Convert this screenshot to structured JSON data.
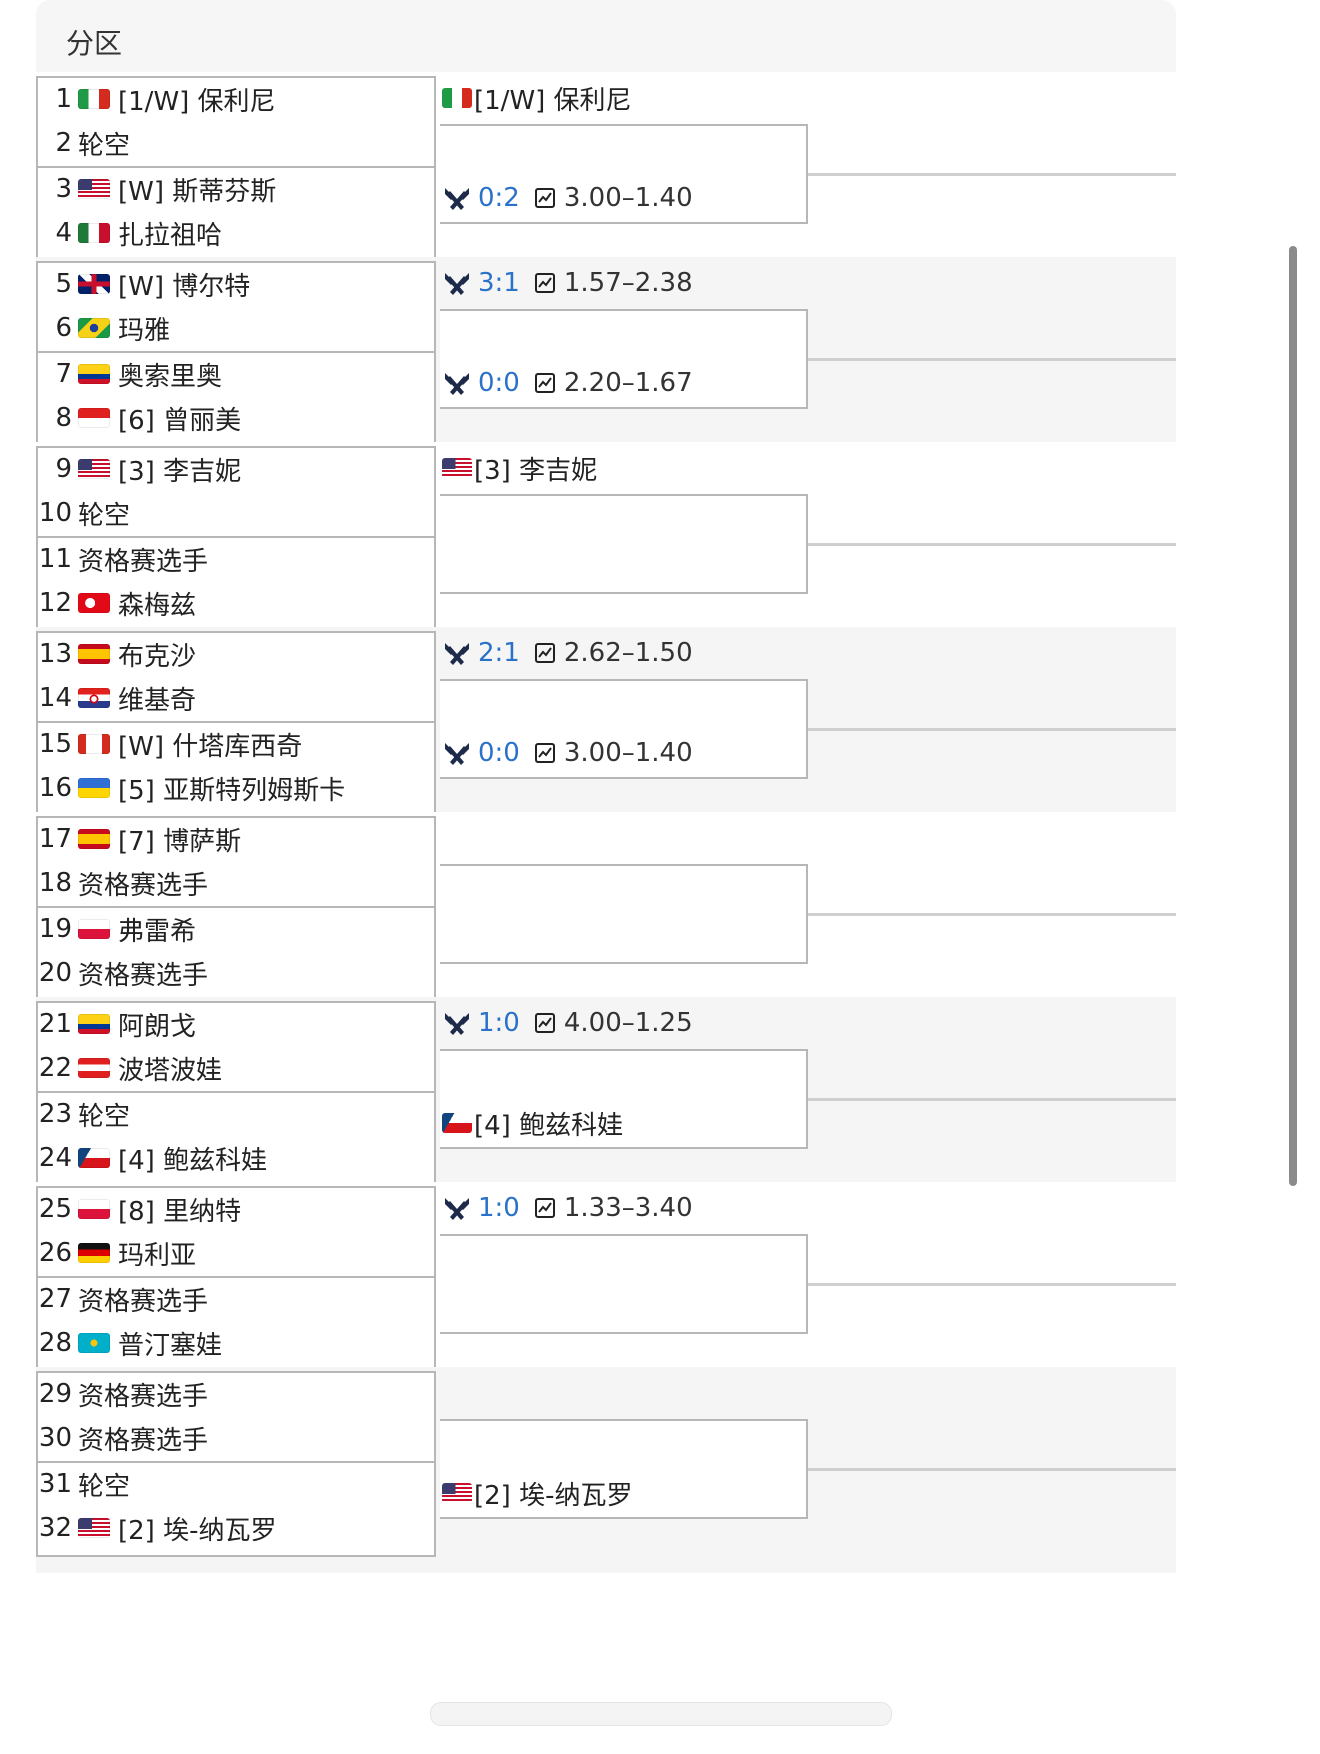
{
  "header": {
    "title": "分区"
  },
  "colors": {
    "accent_score": "#2a72c9",
    "band_alt": "#f5f5f5",
    "line": "#b7b7b7"
  },
  "flags": {
    "italy": [
      "#1f9a47",
      "#ffffff",
      "#d52b1e"
    ],
    "usa": "usa",
    "mexico": [
      "#1f7a3a",
      "#ffffff",
      "#c8102e"
    ],
    "uk": "uk",
    "brazil": "brazil",
    "colombia": "colombia",
    "indonesia": "indonesia",
    "turkey": "turkey",
    "spain": "spain",
    "croatia": "croatia",
    "canada": "canada",
    "ukraine": "ukraine",
    "poland": "poland",
    "austria": "austria",
    "czech": "czech",
    "germany": "germany",
    "kazakhstan": "kazakhstan"
  },
  "quarters": [
    {
      "players": [
        {
          "seed": "1",
          "flag": "italy",
          "name": "[1/W] 保利尼"
        },
        {
          "seed": "2",
          "flag": "",
          "name": "轮空"
        },
        {
          "seed": "3",
          "flag": "usa",
          "name": "[W] 斯蒂芬斯"
        },
        {
          "seed": "4",
          "flag": "mexico",
          "name": "扎拉祖哈"
        }
      ],
      "top": {
        "type": "winner",
        "flag": "italy",
        "name": "[1/W] 保利尼"
      },
      "bottom": {
        "type": "h2h",
        "score": "0:2",
        "odds": "3.00–1.40"
      }
    },
    {
      "players": [
        {
          "seed": "5",
          "flag": "uk",
          "name": "[W] 博尔特"
        },
        {
          "seed": "6",
          "flag": "brazil",
          "name": "玛雅"
        },
        {
          "seed": "7",
          "flag": "colombia",
          "name": "奥索里奥"
        },
        {
          "seed": "8",
          "flag": "indonesia",
          "name": "[6] 曾丽美"
        }
      ],
      "top": {
        "type": "h2h",
        "score": "3:1",
        "odds": "1.57–2.38"
      },
      "bottom": {
        "type": "h2h",
        "score": "0:0",
        "odds": "2.20–1.67"
      }
    },
    {
      "players": [
        {
          "seed": "9",
          "flag": "usa",
          "name": "[3] 李吉妮"
        },
        {
          "seed": "10",
          "flag": "",
          "name": "轮空"
        },
        {
          "seed": "11",
          "flag": "",
          "name": "资格赛选手"
        },
        {
          "seed": "12",
          "flag": "turkey",
          "name": "森梅兹"
        }
      ],
      "top": {
        "type": "winner",
        "flag": "usa",
        "name": "[3] 李吉妮"
      },
      "bottom": {
        "type": "empty"
      }
    },
    {
      "players": [
        {
          "seed": "13",
          "flag": "spain",
          "name": "布克沙"
        },
        {
          "seed": "14",
          "flag": "croatia",
          "name": "维基奇"
        },
        {
          "seed": "15",
          "flag": "canada",
          "name": "[W] 什塔库西奇"
        },
        {
          "seed": "16",
          "flag": "ukraine",
          "name": "[5] 亚斯特列姆斯卡"
        }
      ],
      "top": {
        "type": "h2h",
        "score": "2:1",
        "odds": "2.62–1.50"
      },
      "bottom": {
        "type": "h2h",
        "score": "0:0",
        "odds": "3.00–1.40"
      }
    },
    {
      "players": [
        {
          "seed": "17",
          "flag": "spain",
          "name": "[7] 博萨斯"
        },
        {
          "seed": "18",
          "flag": "",
          "name": "资格赛选手"
        },
        {
          "seed": "19",
          "flag": "poland",
          "name": "弗雷希"
        },
        {
          "seed": "20",
          "flag": "",
          "name": "资格赛选手"
        }
      ],
      "top": {
        "type": "empty"
      },
      "bottom": {
        "type": "empty"
      }
    },
    {
      "players": [
        {
          "seed": "21",
          "flag": "colombia",
          "name": "阿朗戈"
        },
        {
          "seed": "22",
          "flag": "austria",
          "name": "波塔波娃"
        },
        {
          "seed": "23",
          "flag": "",
          "name": "轮空"
        },
        {
          "seed": "24",
          "flag": "czech",
          "name": "[4] 鲍兹科娃"
        }
      ],
      "top": {
        "type": "h2h",
        "score": "1:0",
        "odds": "4.00–1.25"
      },
      "bottom": {
        "type": "winner",
        "flag": "czech",
        "name": "[4] 鲍兹科娃"
      }
    },
    {
      "players": [
        {
          "seed": "25",
          "flag": "poland",
          "name": "[8] 里纳特"
        },
        {
          "seed": "26",
          "flag": "germany",
          "name": "玛利亚"
        },
        {
          "seed": "27",
          "flag": "",
          "name": "资格赛选手"
        },
        {
          "seed": "28",
          "flag": "kazakhstan",
          "name": "普汀塞娃"
        }
      ],
      "top": {
        "type": "h2h",
        "score": "1:0",
        "odds": "1.33–3.40"
      },
      "bottom": {
        "type": "empty"
      }
    },
    {
      "players": [
        {
          "seed": "29",
          "flag": "",
          "name": "资格赛选手"
        },
        {
          "seed": "30",
          "flag": "",
          "name": "资格赛选手"
        },
        {
          "seed": "31",
          "flag": "",
          "name": "轮空"
        },
        {
          "seed": "32",
          "flag": "usa",
          "name": "[2] 埃-纳瓦罗"
        }
      ],
      "top": {
        "type": "empty"
      },
      "bottom": {
        "type": "winner",
        "flag": "usa",
        "name": "[2] 埃-纳瓦罗"
      }
    }
  ]
}
